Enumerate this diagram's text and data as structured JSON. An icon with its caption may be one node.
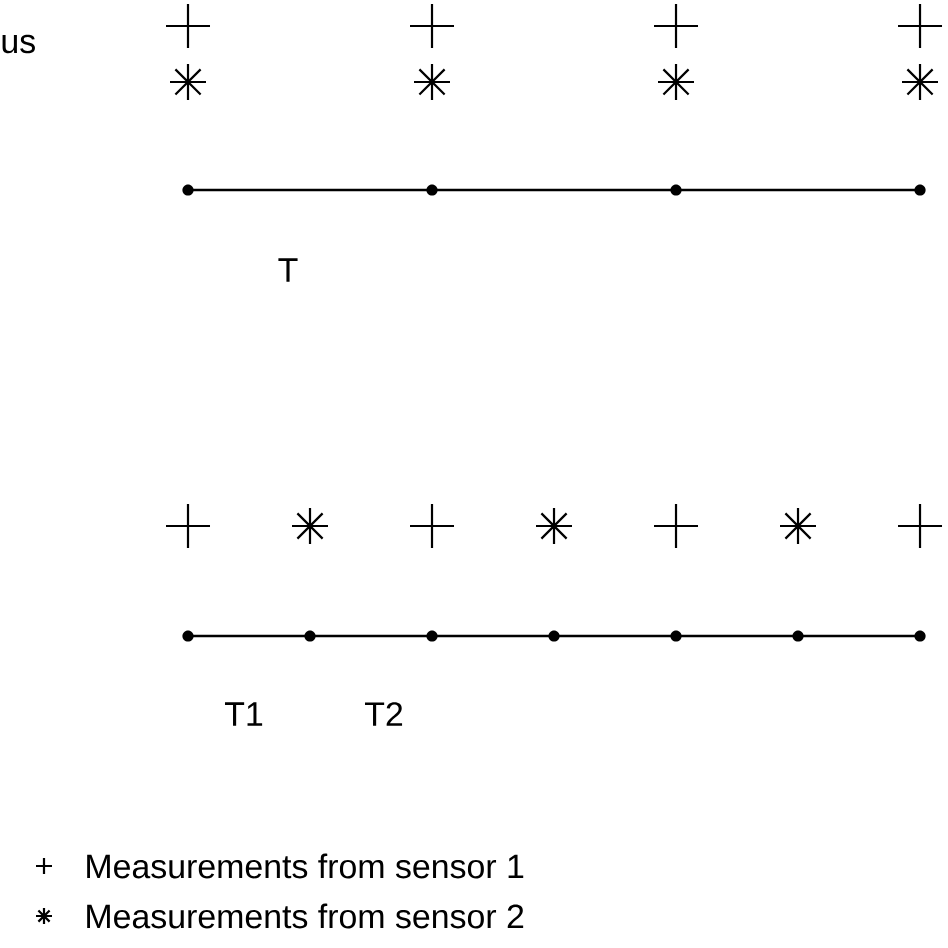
{
  "diagram": {
    "labels": [
      "us",
      "T",
      "T1",
      "T2"
    ],
    "legend": [
      {
        "text": "Measurements from sensor 1"
      },
      {
        "text": "Measurements from sensor 2"
      }
    ]
  }
}
